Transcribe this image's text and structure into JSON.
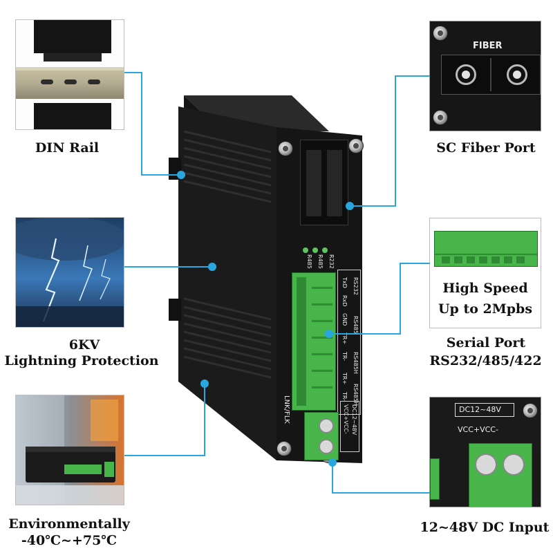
{
  "features": {
    "din_rail": {
      "label": "DIN Rail"
    },
    "lightning": {
      "line1": "6KV",
      "line2": "Lightning Protection"
    },
    "environment": {
      "line1": "Environmentally",
      "line2": "-40℃~+75℃"
    },
    "sc_fiber": {
      "label": "SC Fiber Port",
      "inset_text": "FIBER"
    },
    "serial": {
      "inset_line1": "High Speed",
      "inset_line2": "Up to 2Mpbs",
      "line1": "Serial Port",
      "line2": "RS232/485/422"
    },
    "dc_input": {
      "label": "12~48V DC Input",
      "inset_line1": "DC12~48V",
      "inset_line2": "VCC+VCC-"
    }
  },
  "device_panel": {
    "leds": [
      "R232",
      "R485",
      "R485"
    ],
    "pin_labels": [
      "TxD",
      "RxD",
      "GND",
      "TR+",
      "TR-",
      "TR+",
      "TR-"
    ],
    "group_labels": [
      "RS232",
      "RS485",
      "RS485H",
      "RS485H"
    ],
    "link_label": "LNK/FLK",
    "power_label": "DC12~48V",
    "power_sub": "VCC+VCC-"
  },
  "colors": {
    "accent": "#2aa6df",
    "terminal_green": "#48b54a",
    "device_body": "#1c1c1c"
  }
}
